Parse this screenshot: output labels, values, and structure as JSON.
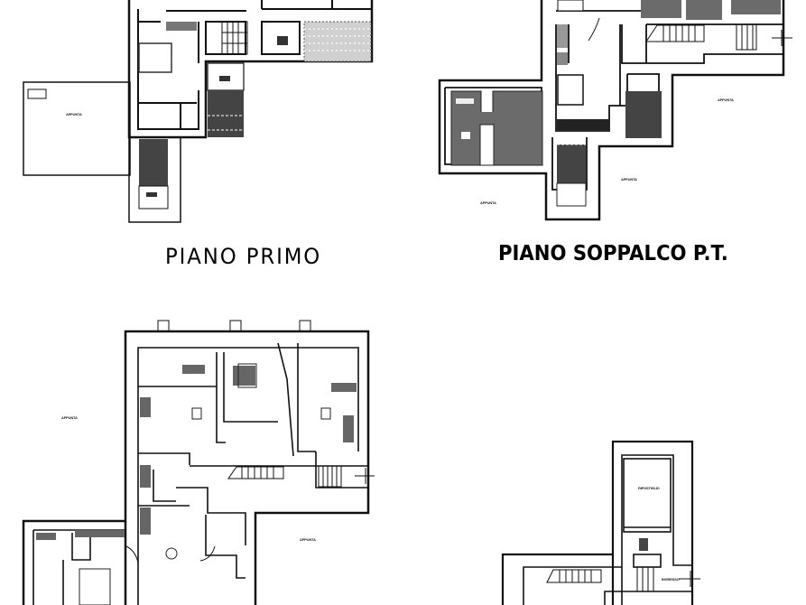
{
  "drawing": {
    "titles": {
      "piano_primo": "PIANO PRIMO",
      "piano_soppalco": "PIANO SOPPALCO P.T."
    },
    "area_labels": {
      "primo_left_block": "APPUNTA",
      "soppalco_left": "APPUNTA",
      "soppalco_center": "APPUNTA",
      "soppalco_right": "APPUNTA",
      "ground_left": "APPUNTA",
      "ground_right": "APPUNTA",
      "annex_room": "RIPOSTIGLIO",
      "annex_entry": "INGRESSO"
    },
    "colors": {
      "wall": "#111111",
      "fill_dark": "#444444",
      "fill_mid": "#6b6b6b",
      "hatch_light": "#c8c8c8",
      "background": "#ffffff"
    }
  }
}
